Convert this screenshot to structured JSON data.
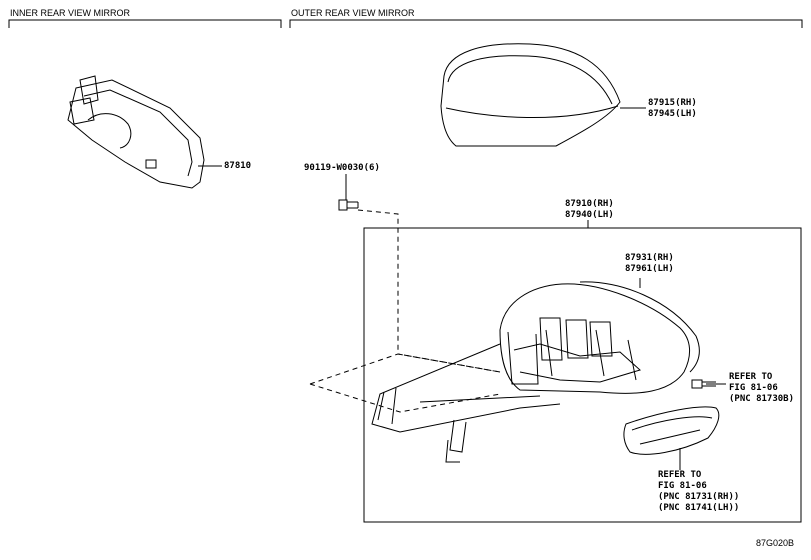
{
  "sections": {
    "inner": "INNER REAR VIEW MIRROR",
    "outer": "OUTER REAR VIEW MIRROR"
  },
  "parts": {
    "inner_mirror": "87810",
    "cover_rh": "87915(RH)",
    "cover_lh": "87945(LH)",
    "bolt": "90119-W0030(6)",
    "mirror_rh": "87910(RH)",
    "mirror_lh": "87940(LH)",
    "glass_rh": "87931(RH)",
    "glass_lh": "87961(LH)"
  },
  "refs": {
    "ref1": [
      "REFER TO",
      "FIG 81-06",
      "(PNC 81730B)"
    ],
    "ref2": [
      "REFER TO",
      "FIG 81-06",
      "(PNC 81731(RH))",
      "(PNC 81741(LH))"
    ]
  },
  "diagram_code": "87G020B"
}
